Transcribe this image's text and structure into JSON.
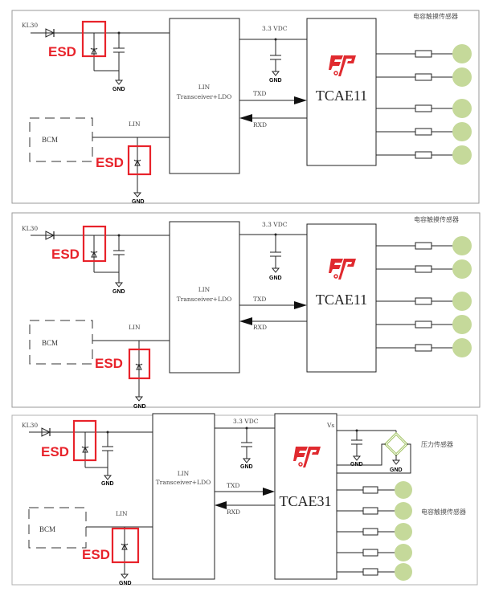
{
  "panels": [
    {
      "id": "panel-1",
      "kl30_label": "KL30",
      "esd_label": "ESD",
      "gnd_label": "GND",
      "bcm_label": "BCM",
      "lin_label": "LIN",
      "transceiver_line1": "LIN",
      "transceiver_line2": "Transceiver+LDO",
      "vdc_label": "3.3 VDC",
      "txd_label": "TXD",
      "rxd_label": "RXD",
      "chip_label": "TCAE11",
      "sensor_label": "电容触摸传感器",
      "touch_pad_count": 5
    },
    {
      "id": "panel-2",
      "kl30_label": "KL30",
      "esd_label": "ESD",
      "gnd_label": "GND",
      "bcm_label": "BCM",
      "lin_label": "LIN",
      "transceiver_line1": "LIN",
      "transceiver_line2": "Transceiver+LDO",
      "vdc_label": "3.3 VDC",
      "txd_label": "TXD",
      "rxd_label": "RXD",
      "chip_label": "TCAE11",
      "sensor_label": "电容触摸传感器",
      "touch_pad_count": 5
    },
    {
      "id": "panel-3",
      "kl30_label": "KL30",
      "esd_label": "ESD",
      "gnd_label": "GND",
      "bcm_label": "BCM",
      "lin_label": "LIN",
      "transceiver_line1": "LIN",
      "transceiver_line2": "Transceiver+LDO",
      "vdc_label": "3.3 VDC",
      "txd_label": "TXD",
      "rxd_label": "RXD",
      "chip_label": "TCAE31",
      "vs_label": "Vs",
      "pressure_sensor_label": "压力传感器",
      "sensor_label": "电容触摸传感器",
      "touch_pad_count": 5
    }
  ],
  "colors": {
    "esd_red": "#e8232b",
    "logo_red": "#e02a2f",
    "pad_green": "#c5d99a",
    "bridge_green": "#9cbf5a",
    "wire": "#222222",
    "border": "#9a9a9a"
  }
}
